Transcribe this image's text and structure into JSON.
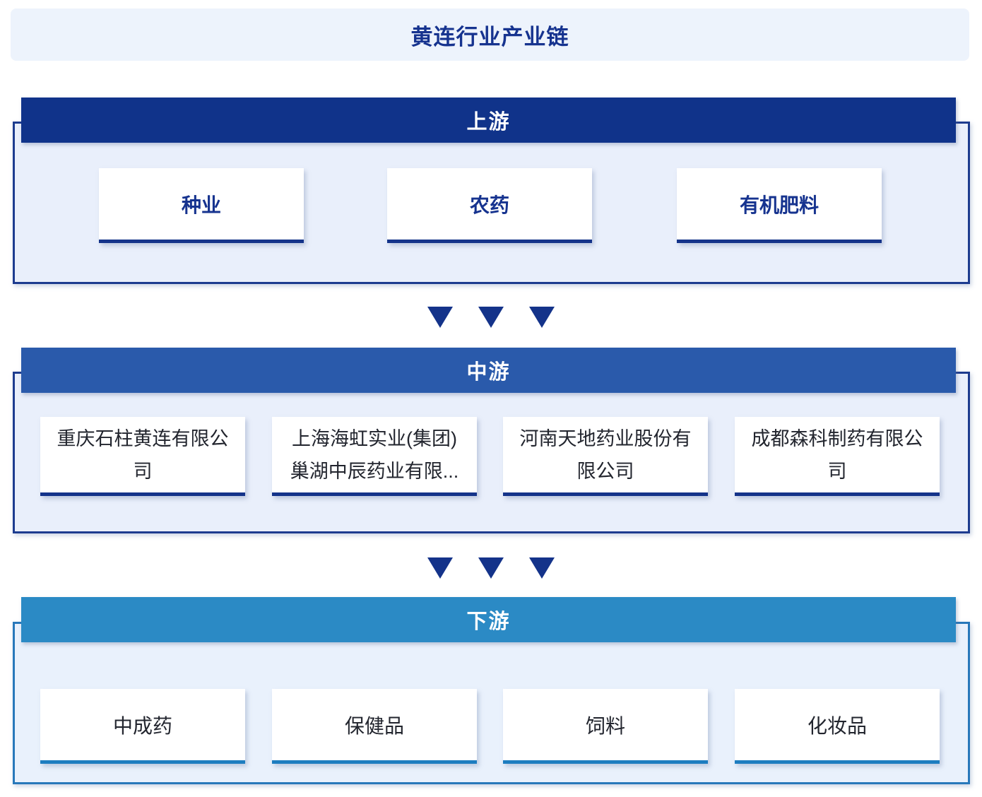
{
  "title": "黄连行业产业链",
  "colors": {
    "title_bar_bg": "#edf3fc",
    "title_text": "#16338f",
    "upstream_header_bg": "#10338a",
    "midstream_header_bg": "#2a5aab",
    "downstream_header_bg": "#2b8ac5",
    "section_body_bg": "#e9effb",
    "dark_border": "#1d3c8f",
    "light_border": "#2878ba",
    "card_accent_dark": "#14338a",
    "card_accent_light": "#1d7dc0",
    "arrow_color": "#14338a"
  },
  "sections": [
    {
      "label": "上游",
      "items": [
        "种业",
        "农药",
        "有机肥料"
      ]
    },
    {
      "label": "中游",
      "items": [
        "重庆石柱黄连有限公司",
        "上海海虹实业(集团)巢湖中辰药业有限...",
        "河南天地药业股份有限公司",
        "成都森科制药有限公司"
      ]
    },
    {
      "label": "下游",
      "items": [
        "中成药",
        "保健品",
        "饲料",
        "化妆品"
      ]
    }
  ],
  "arrows": {
    "rows": 2,
    "per_row": 3,
    "direction": "down"
  }
}
